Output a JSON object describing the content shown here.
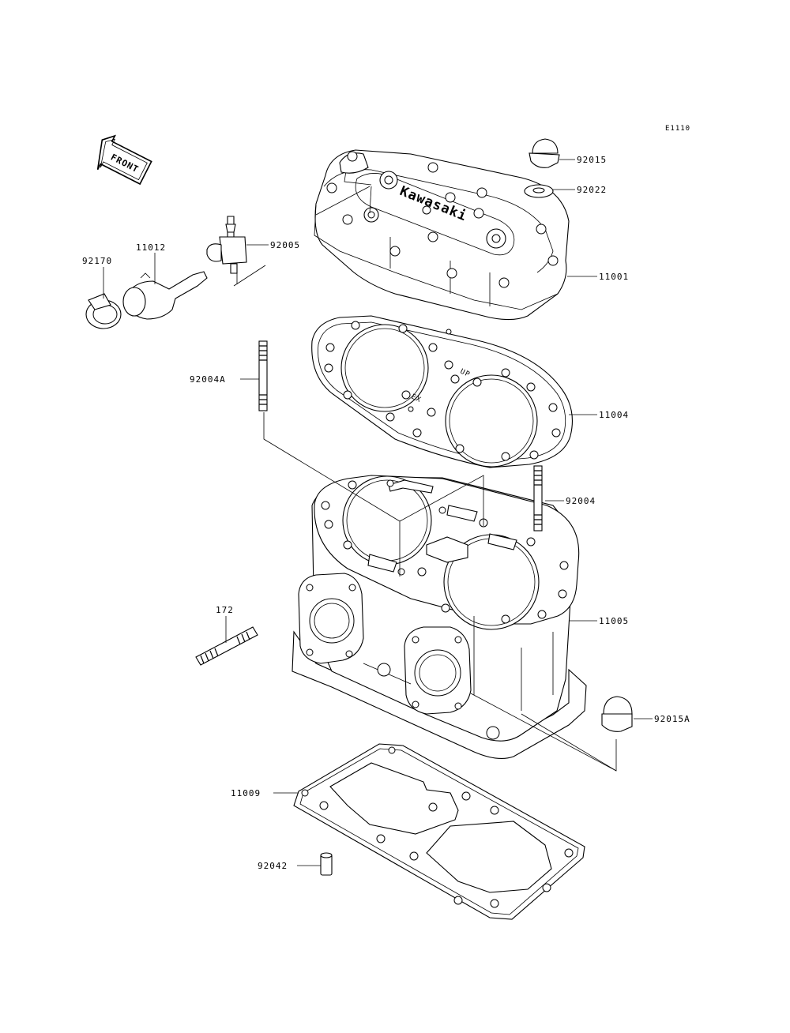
{
  "diagram": {
    "ref_code": "E1110",
    "front_label": "FRONT",
    "head_logo_text": "Kawasaki",
    "gasket_marks": {
      "up": "UP",
      "ex": "EX"
    }
  },
  "parts": [
    {
      "id": "p92015",
      "number": "92015"
    },
    {
      "id": "p92022",
      "number": "92022"
    },
    {
      "id": "p92005",
      "number": "92005"
    },
    {
      "id": "p11012",
      "number": "11012"
    },
    {
      "id": "p92170",
      "number": "92170"
    },
    {
      "id": "p11001",
      "number": "11001"
    },
    {
      "id": "p92004A",
      "number": "92004A"
    },
    {
      "id": "p11004",
      "number": "11004"
    },
    {
      "id": "p92004",
      "number": "92004"
    },
    {
      "id": "p172",
      "number": "172"
    },
    {
      "id": "p11005",
      "number": "11005"
    },
    {
      "id": "p92015A",
      "number": "92015A"
    },
    {
      "id": "p11009",
      "number": "11009"
    },
    {
      "id": "p92042",
      "number": "92042"
    }
  ]
}
